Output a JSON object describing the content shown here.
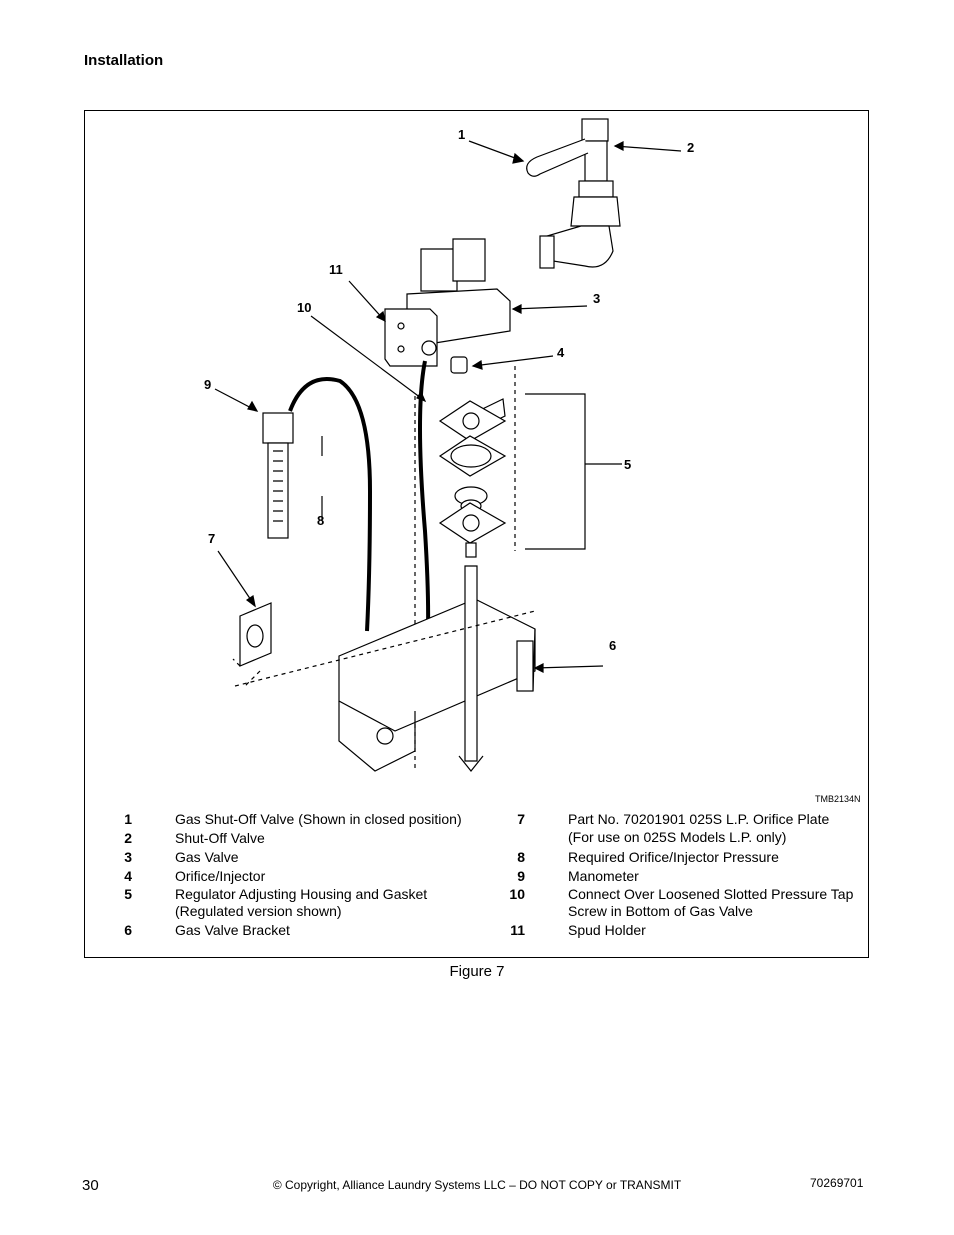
{
  "header": {
    "section_title": "Installation"
  },
  "figure": {
    "drawing_id": "TMB2134N",
    "caption": "Figure 7",
    "callouts": [
      "1",
      "2",
      "3",
      "4",
      "5",
      "6",
      "7",
      "8",
      "9",
      "10",
      "11"
    ],
    "legend_left": [
      {
        "num": "1",
        "text": "Gas Shut-Off Valve (Shown in closed position)"
      },
      {
        "num": "2",
        "text": "Shut-Off Valve"
      },
      {
        "num": "3",
        "text": "Gas Valve"
      },
      {
        "num": "4",
        "text": "Orifice/Injector"
      },
      {
        "num": "5",
        "text": "Regulator Adjusting Housing and Gasket",
        "text2": "(Regulated version shown)"
      },
      {
        "num": "6",
        "text": "Gas Valve Bracket"
      }
    ],
    "legend_right": [
      {
        "num": "7",
        "text": "Part No. 70201901 025S L.P. Orifice Plate",
        "text2": "(For use on 025S Models L.P. only)"
      },
      {
        "num": "8",
        "text": "Required Orifice/Injector Pressure"
      },
      {
        "num": "9",
        "text": "Manometer"
      },
      {
        "num": "10",
        "text": "Connect Over Loosened Slotted Pressure Tap",
        "text2": "Screw in Bottom of Gas Valve"
      },
      {
        "num": "11",
        "text": "Spud Holder"
      }
    ]
  },
  "footer": {
    "page_number": "30",
    "copyright": "© Copyright, Alliance Laundry Systems LLC – DO NOT COPY or TRANSMIT",
    "doc_number": "70269701"
  }
}
